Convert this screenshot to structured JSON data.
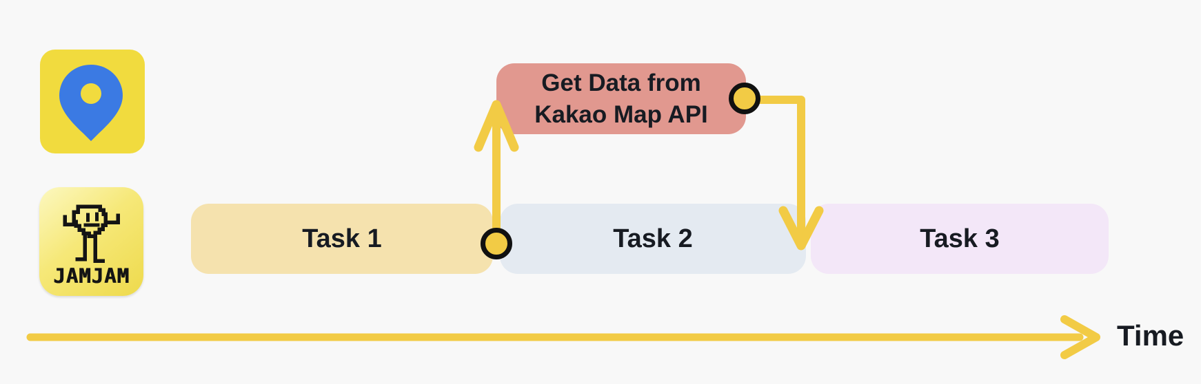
{
  "app_icons": {
    "map_pin": {
      "name": "map-pin-app-icon"
    },
    "jamjam": {
      "name": "jamjam-app-icon",
      "label": "JAMJAM"
    }
  },
  "callout": {
    "lines": [
      "Get Data from",
      "Kakao Map API"
    ]
  },
  "tasks": [
    {
      "label": "Task 1"
    },
    {
      "label": "Task 2"
    },
    {
      "label": "Task 3"
    }
  ],
  "axis": {
    "label": "Time"
  },
  "colors": {
    "background": "#f8f8f8",
    "accent_yellow": "#f2cb45",
    "task1_fill": "#f5e2ae",
    "task2_fill": "#e4eaf1",
    "task3_fill": "#f3e7f8",
    "callout_fill": "#e1988f",
    "pin_icon_bg": "#f1db3e",
    "pin_blue": "#3b7ae3",
    "jamjam_bg_from": "#fcf8c0",
    "jamjam_bg_to": "#eeda4c",
    "text_dark": "#171b22",
    "node_ring_black": "#111111"
  }
}
